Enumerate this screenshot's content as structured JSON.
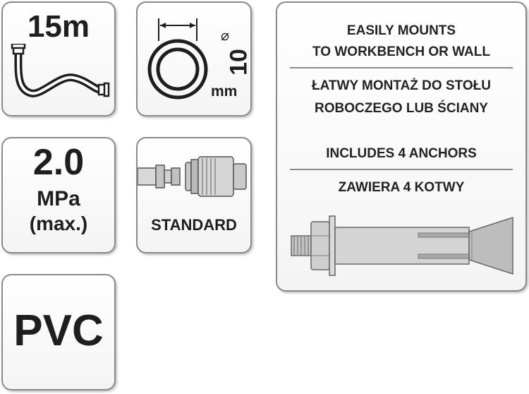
{
  "tiles": {
    "hose": {
      "label": "15m"
    },
    "diameter": {
      "symbol": "⌀",
      "value": "10",
      "unit": "mm"
    },
    "pressure": {
      "value": "2.0",
      "unit": "MPa",
      "note": "(max.)"
    },
    "coupler": {
      "label": "STANDARD"
    },
    "material": {
      "label": "PVC"
    }
  },
  "info_panel": {
    "mount_en_line1": "EASILY MOUNTS",
    "mount_en_line2": "TO WORKBENCH OR WALL",
    "mount_pl_line1": "ŁATWY MONTAŻ DO STOŁU",
    "mount_pl_line2": "ROBOCZEGO LUB ŚCIANY",
    "anchors_en": "INCLUDES 4 ANCHORS",
    "anchors_pl": "ZAWIERA 4 KOTWY"
  },
  "colors": {
    "border": "#8a8a8a",
    "text": "#222222",
    "metal": "#c8c8c8"
  },
  "icons": [
    "hose-icon",
    "ring-diameter-icon",
    "coupler-icon",
    "anchor-bolt-icon"
  ]
}
